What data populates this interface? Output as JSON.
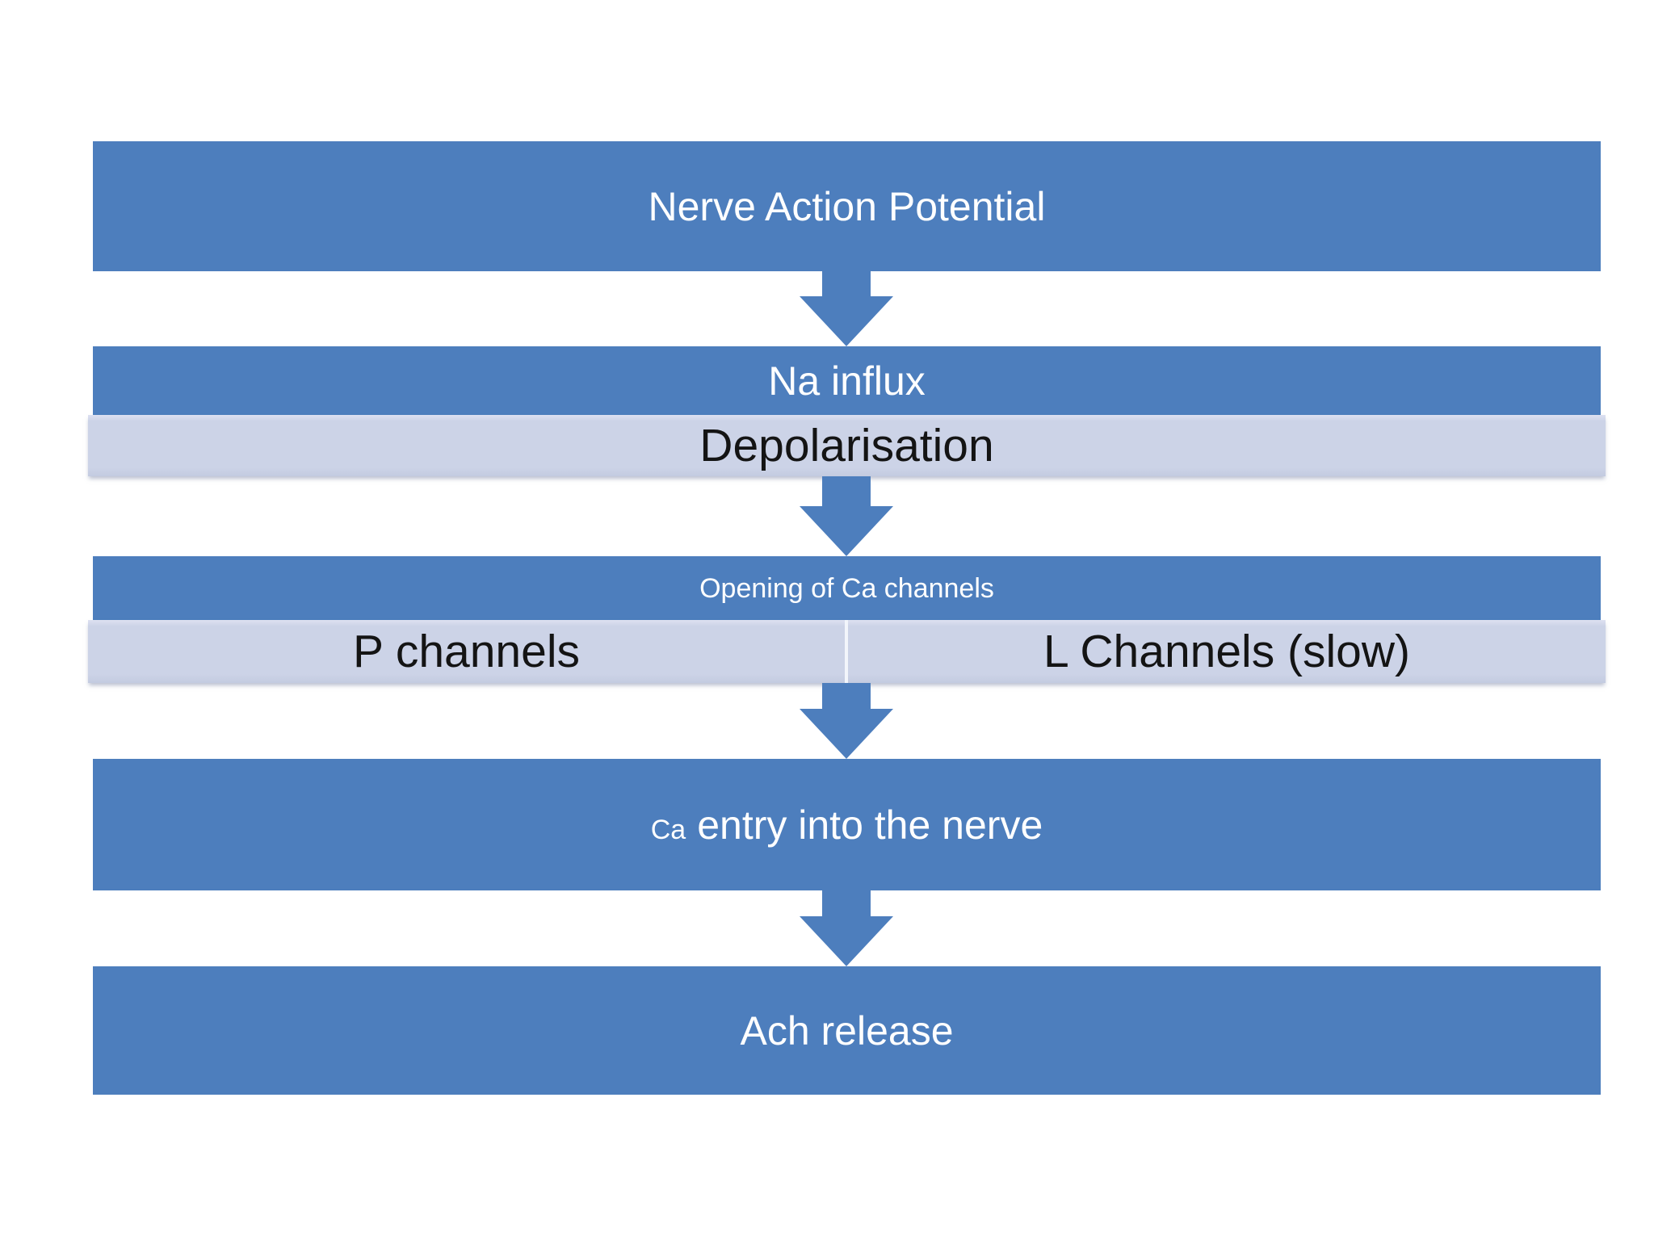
{
  "diagram": {
    "type": "flowchart",
    "background": "#ffffff",
    "colors": {
      "bar_blue": "#4d7ebd",
      "bar_light": "#ccd3e7",
      "arrow": "#4d7ebd",
      "text_on_blue": "#ffffff",
      "text_on_light": "#141414",
      "cell_divider": "#f2f5fb"
    },
    "icons": {
      "flow_arrow": "block-arrow-down"
    },
    "steps": [
      {
        "id": "nerve-action-potential",
        "label": "Nerve Action Potential",
        "style": "blue"
      },
      {
        "id": "na-influx",
        "label": "Na influx",
        "style": "blue"
      },
      {
        "id": "depolarisation",
        "label": "Depolarisation",
        "style": "light"
      },
      {
        "id": "opening-ca-channels",
        "label": "Opening of Ca channels",
        "style": "blue-small"
      },
      {
        "id": "p-channels",
        "label": "P channels",
        "style": "light-cell"
      },
      {
        "id": "l-channels-slow",
        "label": "L Channels (slow)",
        "style": "light-cell"
      },
      {
        "id": "ca-entry",
        "prefix": "Ca",
        "label": "entry into the nerve",
        "style": "blue"
      },
      {
        "id": "ach-release",
        "label": "Ach release",
        "style": "blue"
      }
    ]
  }
}
